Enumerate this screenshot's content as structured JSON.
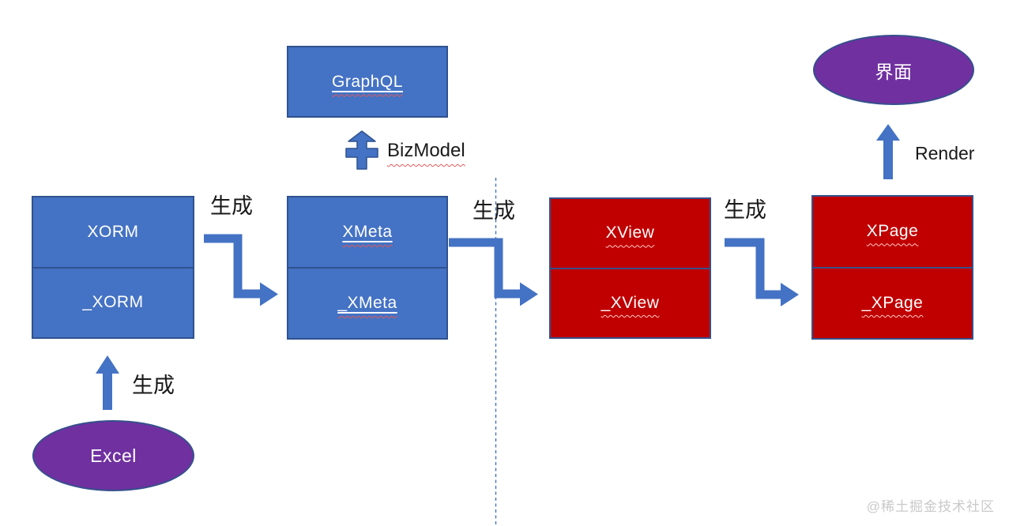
{
  "nodes": {
    "graphql": {
      "label": "GraphQL"
    },
    "xorm": {
      "top": "XORM",
      "bottom": "_XORM"
    },
    "xmeta": {
      "top": "XMeta",
      "bottom": "_XMeta"
    },
    "xview": {
      "top": "XView",
      "bottom": "_XView"
    },
    "xpage": {
      "top": "XPage",
      "bottom": "_XPage"
    },
    "excel": {
      "label": "Excel"
    },
    "ui": {
      "label": "界面"
    }
  },
  "labels": {
    "bizmodel": "BizModel",
    "render": "Render",
    "gen_excel_xorm": "生成",
    "gen_xorm_xmeta": "生成",
    "gen_xmeta_xview": "生成",
    "gen_xview_xpage": "生成"
  },
  "watermark": "@稀土掘金技术社区",
  "colors": {
    "blue_fill": "#4472C4",
    "blue_border": "#2F528F",
    "red_fill": "#C00000",
    "red_border": "#35508C",
    "purple_fill": "#7030A0",
    "purple_border": "#35508C",
    "arrow_fill": "#4472C4",
    "arrow_border": "#2F528F",
    "dash_line": "#4472C4",
    "label_text": "#1A1A1A",
    "shape_text": "#FFFFFF",
    "squiggle_red": "#E05B5B",
    "squiggle_light": "#FFC9C9",
    "watermark_text": "#C9C9C9"
  }
}
